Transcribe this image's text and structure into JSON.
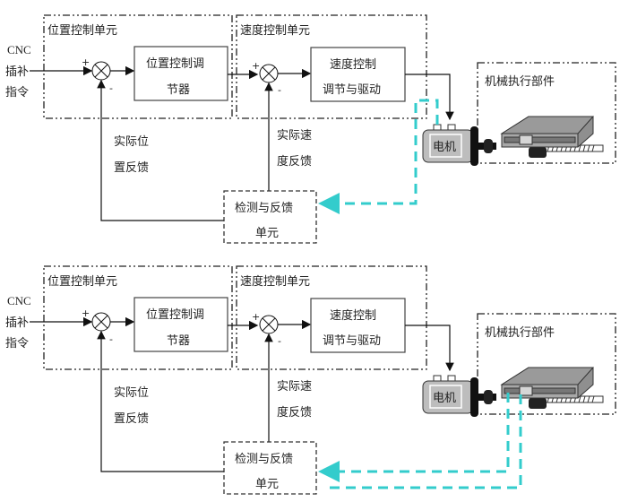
{
  "diagrams": [
    {
      "id": "semi-closed-loop",
      "input_label": [
        "CNC",
        "插补",
        "指令"
      ],
      "position_unit": {
        "title": "位置控制单元",
        "block_lines": [
          "位置控制调",
          "节器"
        ]
      },
      "speed_unit": {
        "title": "速度控制单元",
        "block_lines": [
          "速度控制",
          "调节与驱动"
        ]
      },
      "summing_signs": {
        "plus": "+",
        "minus": "-"
      },
      "position_feedback": [
        "实际位",
        "置反馈"
      ],
      "speed_feedback": [
        "实际速",
        "度反馈"
      ],
      "detect_unit": [
        "检测与反馈",
        "单元"
      ],
      "motor_label": "电机",
      "mechanical_unit_title": "机械执行部件",
      "feedback_source": "motor"
    },
    {
      "id": "closed-loop",
      "input_label": [
        "CNC",
        "插补",
        "指令"
      ],
      "position_unit": {
        "title": "位置控制单元",
        "block_lines": [
          "位置控制调",
          "节器"
        ]
      },
      "speed_unit": {
        "title": "速度控制单元",
        "block_lines": [
          "速度控制",
          "调节与驱动"
        ]
      },
      "summing_signs": {
        "plus": "+",
        "minus": "-"
      },
      "position_feedback": [
        "实际位",
        "置反馈"
      ],
      "speed_feedback": [
        "实际速",
        "度反馈"
      ],
      "detect_unit": [
        "检测与反馈",
        "单元"
      ],
      "motor_label": "电机",
      "mechanical_unit_title": "机械执行部件",
      "feedback_source": "worktable"
    }
  ],
  "colors": {
    "feedback_dashed": "#33cccc",
    "line": "#111111",
    "motor_body": "#bdbdbd",
    "table_top": "#9a9a9a"
  }
}
